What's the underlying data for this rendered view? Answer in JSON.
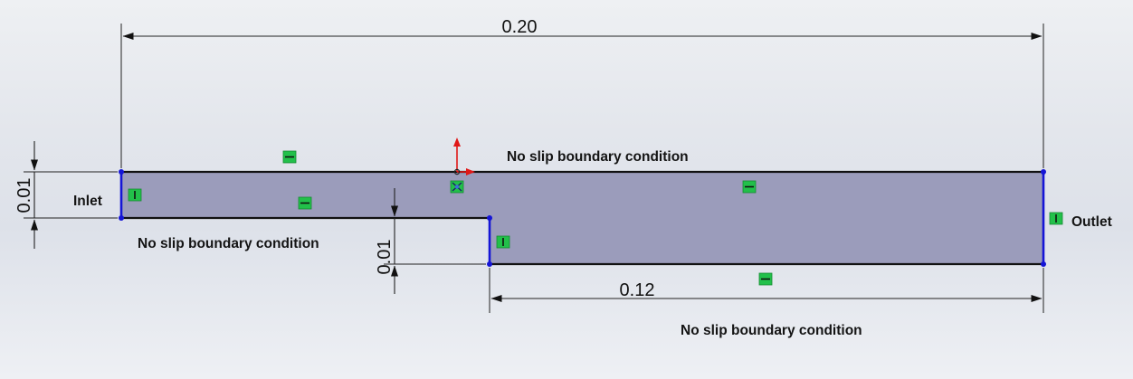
{
  "dimensions": {
    "total_length": "0.20",
    "outlet_section_length": "0.12",
    "inlet_height": "0.01",
    "step_height": "0.01"
  },
  "labels": {
    "inlet": "Inlet",
    "outlet": "Outlet",
    "wall_top": "No slip boundary condition",
    "wall_bottom_left": "No slip boundary condition",
    "wall_bottom_right": "No slip boundary condition"
  },
  "constraint_icons": {
    "horizontal": "horizontal-relation-icon",
    "vertical": "vertical-relation-icon",
    "origin": "origin-icon",
    "coincident": "coincident-relation-icon"
  },
  "colors": {
    "fill": "#9b9cbb",
    "boundary_blue": "#1515d6",
    "relation_green": "#22c04a",
    "origin_red": "#e01818"
  }
}
